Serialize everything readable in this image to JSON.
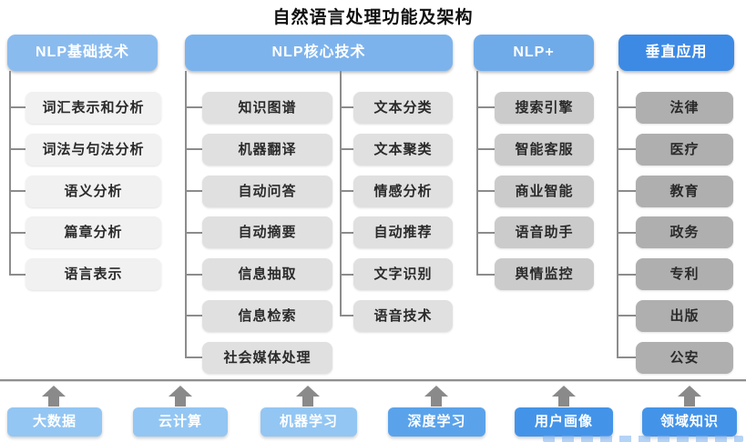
{
  "title": "自然语言处理功能及架构",
  "columns": [
    {
      "header": "NLP基础技术",
      "items": [
        "词汇表示和分析",
        "词法与句法分析",
        "语义分析",
        "篇章分析",
        "语言表示"
      ]
    },
    {
      "header": "NLP核心技术",
      "items_left": [
        "知识图谱",
        "机器翻译",
        "自动问答",
        "自动摘要",
        "信息抽取",
        "信息检索",
        "社会媒体处理"
      ],
      "items_right": [
        "文本分类",
        "文本聚类",
        "情感分析",
        "自动推荐",
        "文字识别",
        "语音技术"
      ]
    },
    {
      "header": "NLP+",
      "items": [
        "搜索引擎",
        "智能客服",
        "商业智能",
        "语音助手",
        "舆情监控"
      ]
    },
    {
      "header": "垂直应用",
      "items": [
        "法律",
        "医疗",
        "教育",
        "政务",
        "专利",
        "出版",
        "公安"
      ]
    }
  ],
  "foundation": {
    "items": [
      "大数据",
      "云计算",
      "机器学习",
      "深度学习",
      "用户画像",
      "领域知识"
    ]
  },
  "colors": {
    "header_blue_basic": "#8ABBEF",
    "header_blue_core": "#7DB3EC",
    "header_blue_plus": "#70ABE9",
    "header_blue_vertical": "#3D8AE5",
    "item_gray_basic": "#F1F1F1",
    "item_gray_core": "#E0E0E0",
    "item_gray_plus": "#CBCBCB",
    "item_gray_vertical": "#AFAFAF",
    "foundation_blue_light": "#93C6F3",
    "foundation_blue_medium": "#5AA3EB",
    "foundation_blue_dark": "#4394E9",
    "connector_gray": "#8C8C8C"
  }
}
